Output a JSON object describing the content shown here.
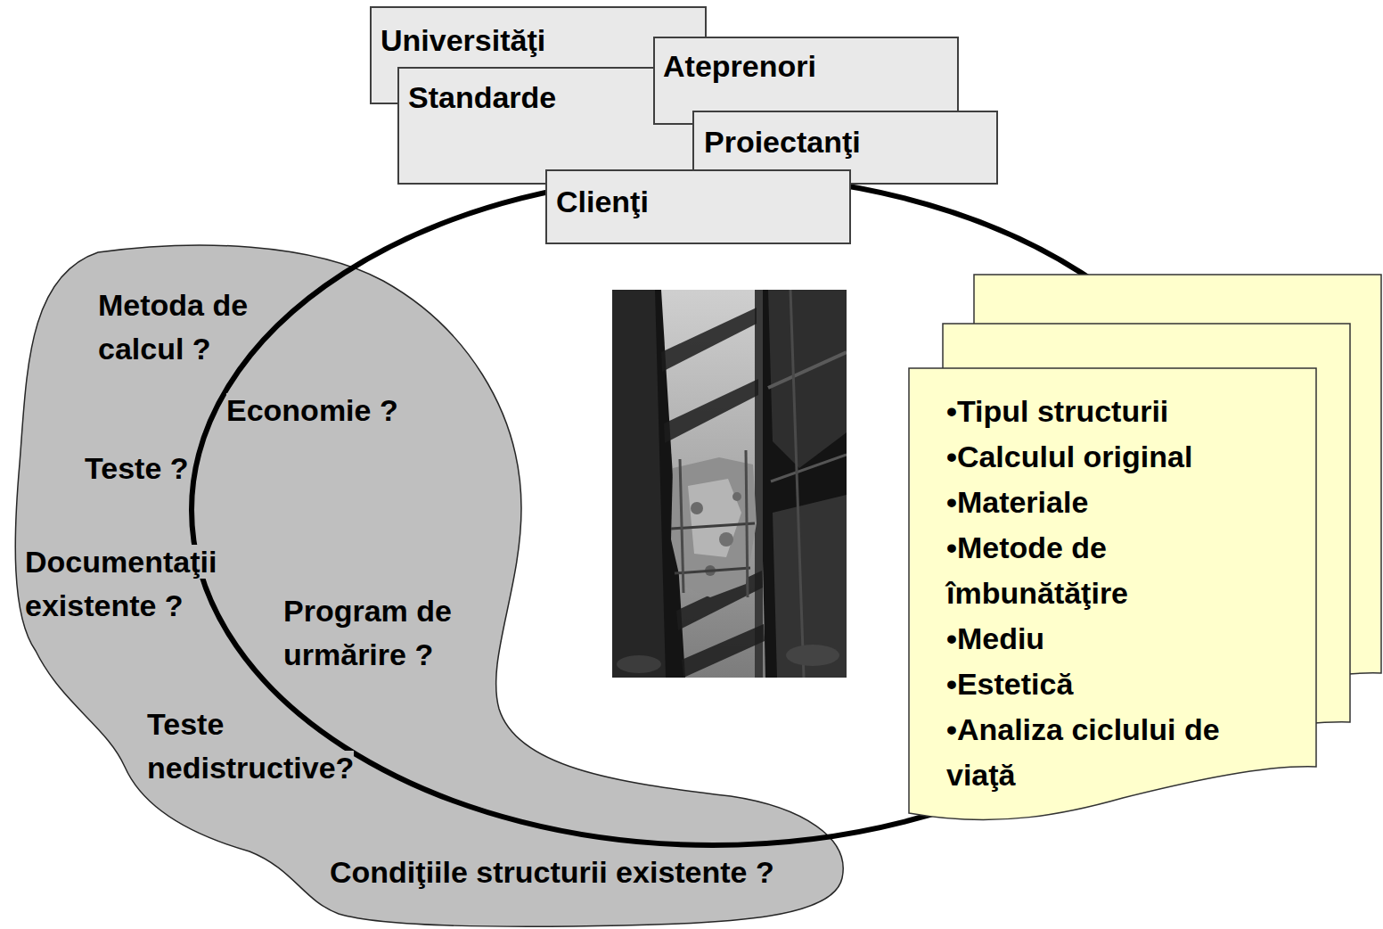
{
  "diagram": {
    "nodes": [
      {
        "text": [
          "Universităţi"
        ]
      },
      {
        "text": [
          "Ateprenori"
        ]
      },
      {
        "text": [
          "Standarde"
        ]
      },
      {
        "text": [
          "Proiectanţi"
        ]
      },
      {
        "text": [
          "Clienţi"
        ]
      },
      {
        "text": [
          "Metoda de calcul ?",
          "Economie ?",
          "Teste ?",
          "Documentaţii existente ?",
          "Program de urmărire ?",
          "Teste nedistructive?",
          "Condiţiile structurii existente ?"
        ]
      },
      {
        "text": [
          "•Tipul structurii",
          "•Calculul original",
          "•Materiale",
          "•Metode de îmbunătăţire",
          "•Mediu",
          "•Estetică",
          "•Analiza ciclului de viaţă"
        ]
      }
    ]
  }
}
